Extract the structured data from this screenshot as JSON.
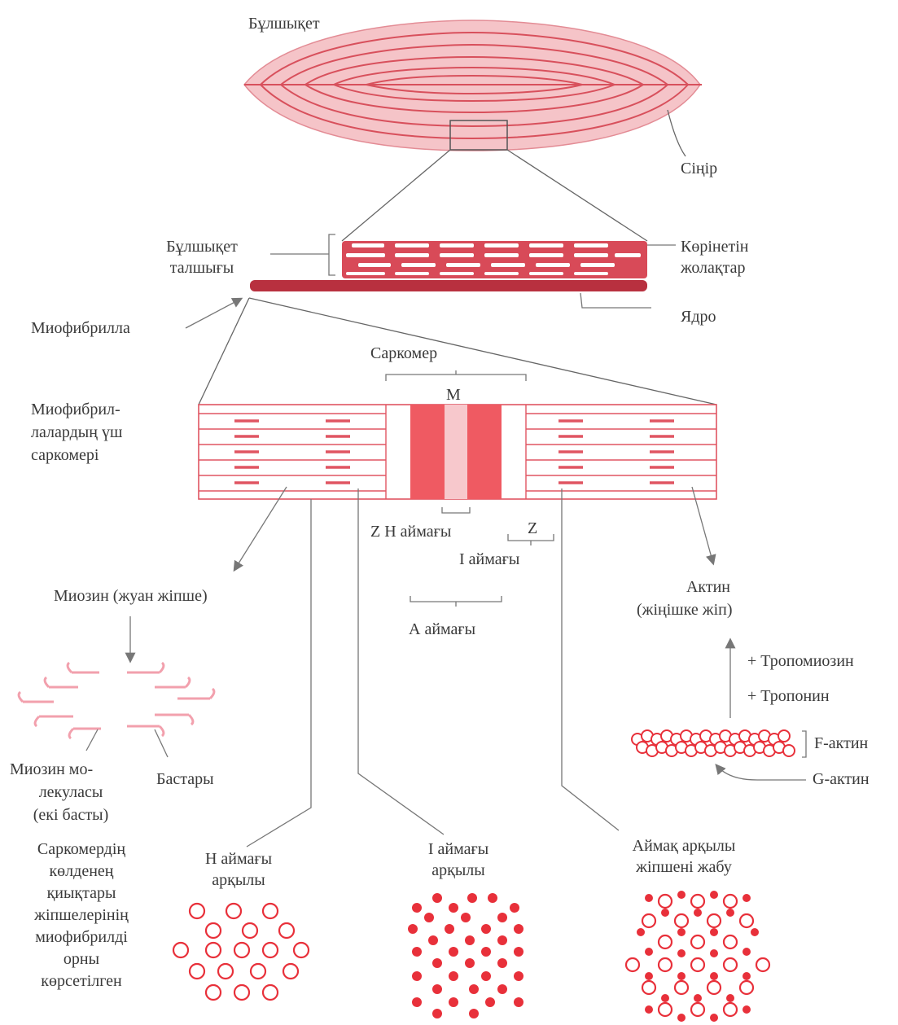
{
  "labels": {
    "muscle": "Бұлшықет",
    "tendon": "Сіңір",
    "fiber_1": "Бұлшықет",
    "fiber_2": "талшығы",
    "visible_1": "Көрінетін",
    "visible_2": "жолақтар",
    "nucleus": "Ядро",
    "myofibril": "Миофибрилла",
    "sarcomere": "Саркомер",
    "m_line": "M",
    "three_1": "Миофибрил-",
    "three_2": "лалардың  үш",
    "three_3": "саркомері",
    "z_h_zone": "Z   H  аймағы",
    "z_right": "Z",
    "i_zone": "I  аймағы",
    "a_zone": "А  аймағы",
    "myosin": "Миозин  (жуан  жіпше)",
    "actin_1": "Актин",
    "actin_2": "(жіңішке   жіп)",
    "tropomyosin": "+  Тропомиозин",
    "troponin": "+  Тропонин",
    "f_actin": "F-актин",
    "g_actin": "G-актин",
    "mol_1": "Миозин  мо-",
    "mol_2": "лекуласы",
    "mol_3": "(екі  басты)",
    "heads": "Бастары",
    "cross_1": "Саркомердің",
    "cross_2": "көлденең",
    "cross_3": "қиықтары",
    "cross_4": "жіпшелерінің",
    "cross_5": "миофибрилді",
    "cross_6": "орны",
    "cross_7": "көрсетілген",
    "h_zone_1": "Н  аймағы",
    "h_zone_2": "арқылы",
    "i_zone_1": "I  аймағы",
    "i_zone_2": "арқылы",
    "overlap_1": "Аймақ  арқылы",
    "overlap_2": "жіпшені   жабу"
  },
  "colors": {
    "muscle_fill": "#f5c4c8",
    "line_red": "#e0505a",
    "dark_red": "#c0394a",
    "band_red": "#ef5a62",
    "band_pink": "#f7c8cc",
    "dot_red": "#e8303a",
    "myosin_pink": "#f2a0ad",
    "pointer": "#777777"
  }
}
